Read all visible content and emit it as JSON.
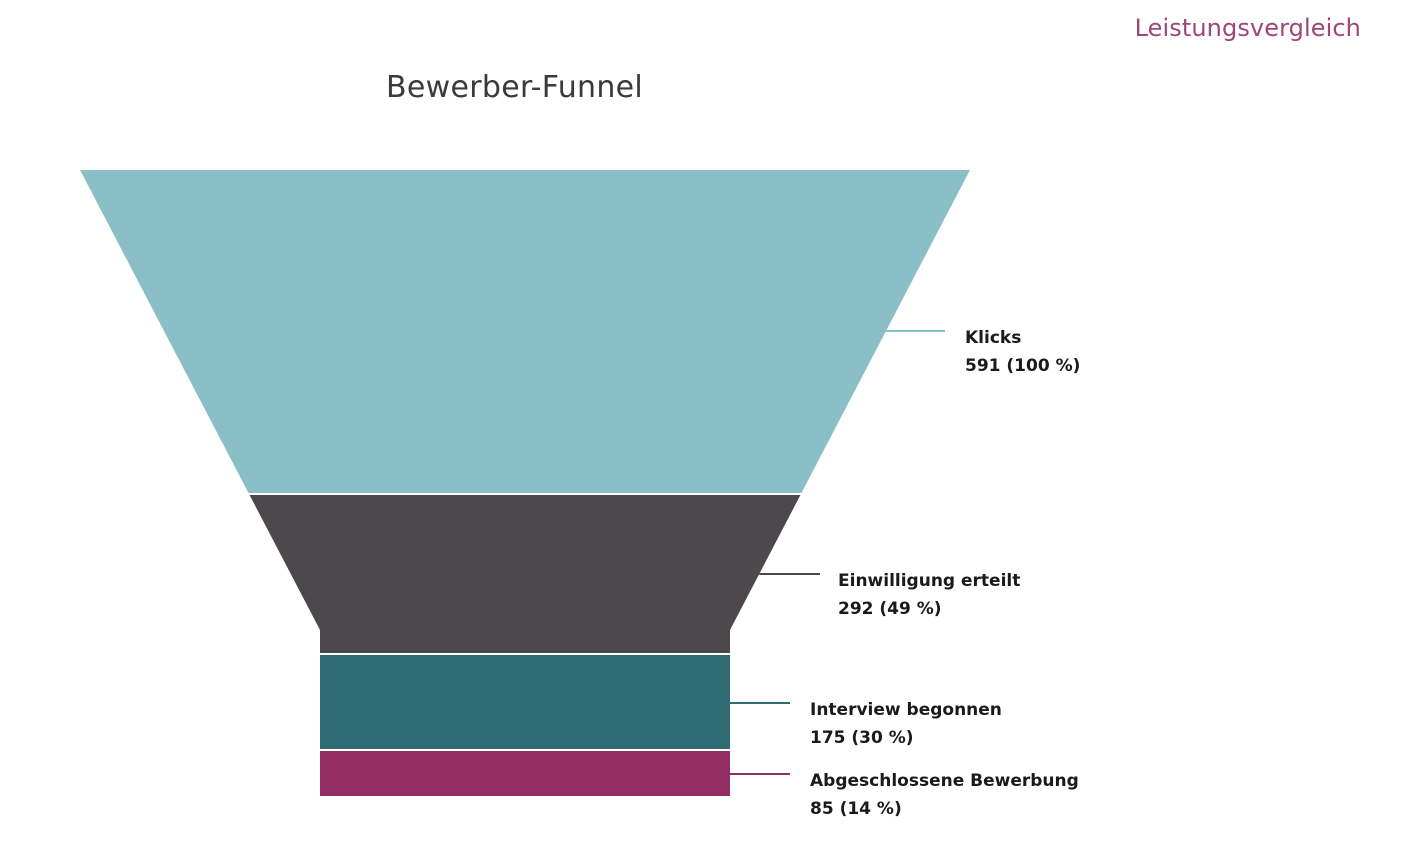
{
  "header": {
    "link_label": "Leistungsvergleich",
    "link_color": "#a0457a"
  },
  "chart_data": {
    "type": "funnel",
    "title": "Bewerber-Funnel",
    "stages": [
      {
        "name": "Klicks",
        "value": 591,
        "percent": 100,
        "label": "591 (100 %)",
        "color": "#8bbfc8"
      },
      {
        "name": "Einwilligung erteilt",
        "value": 292,
        "percent": 49,
        "label": "292 (49 %)",
        "color": "#4d484c"
      },
      {
        "name": "Interview begonnen",
        "value": 175,
        "percent": 30,
        "label": "175 (30 %)",
        "color": "#2f6b73"
      },
      {
        "name": "Abgeschlossene Bewerbung",
        "value": 85,
        "percent": 14,
        "label": "85 (14 %)",
        "color": "#922c63"
      }
    ]
  }
}
